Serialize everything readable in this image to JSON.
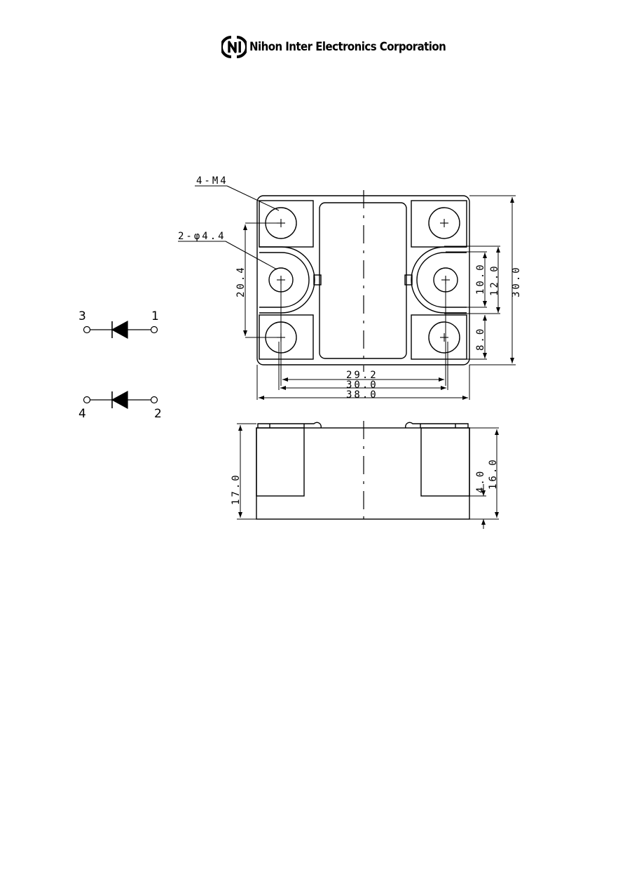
{
  "header": {
    "logo_icon": "nihon-inter-logo-icon",
    "company_name": "Nihon Inter Electronics Corporation"
  },
  "top_view": {
    "screw_note": "4-M4",
    "hole_note": "2-φ4.4",
    "dims": {
      "pitch_vertical": "20.4",
      "terminal_width": "10.0",
      "center_height": "12.0",
      "overall_height": "30.0",
      "terminal_height": "8.0",
      "hole_pitch": "29.2",
      "screw_pitch": "30.0",
      "overall_width": "38.0"
    }
  },
  "side_view": {
    "dims": {
      "total_height": "17.0",
      "terminal_depth": "4.0",
      "body_height": "16.0"
    }
  },
  "schematic": {
    "diode_a": {
      "left_pin": "3",
      "right_pin": "1"
    },
    "diode_b": {
      "left_pin": "4",
      "right_pin": "2"
    }
  }
}
